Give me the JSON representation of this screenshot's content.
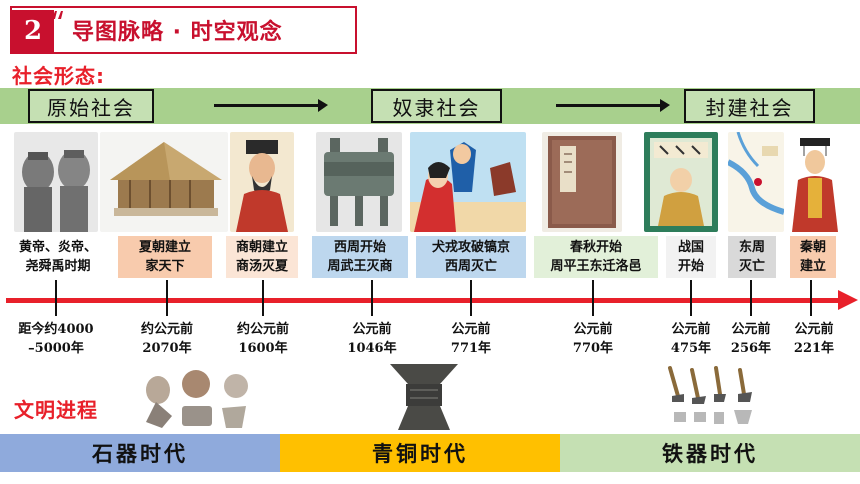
{
  "header": {
    "number": "2",
    "title": "导图脉略 · 时空观念"
  },
  "society": {
    "label": "社会形态:",
    "stages": [
      "原始社会",
      "奴隶社会",
      "封建社会"
    ]
  },
  "events": [
    {
      "text": "黄帝、炎帝、\n尧舜禹时期",
      "date": "距今约4000\n–5000年",
      "bg": "#ffffff"
    },
    {
      "text": "夏朝建立\n家天下",
      "date": "约公元前\n2070年",
      "bg": "#f8cbad"
    },
    {
      "text": "商朝建立\n商汤灭夏",
      "date": "约公元前\n1600年",
      "bg": "#fbe5d6"
    },
    {
      "text": "西周开始\n周武王灭商",
      "date": "公元前\n1046年",
      "bg": "#bdd7ee"
    },
    {
      "text": "犬戎攻破镐京\n西周灭亡",
      "date": "公元前\n771年",
      "bg": "#bdd7ee"
    },
    {
      "text": "春秋开始\n周平王东迁洛邑",
      "date": "公元前\n770年",
      "bg": "#e2f0d9"
    },
    {
      "text": "战国\n开始",
      "date": "公元前\n475年",
      "bg": "#f2f2f2"
    },
    {
      "text": "东周\n灭亡",
      "date": "公元前\n256年",
      "bg": "#d9d9d9"
    },
    {
      "text": "秦朝\n建立",
      "date": "公元前\n221年",
      "bg": "#f8cbad"
    }
  ],
  "civilization": {
    "label": "文明进程"
  },
  "eras": [
    {
      "name": "石器时代",
      "color": "#8faadc"
    },
    {
      "name": "青铜时代",
      "color": "#ffc000"
    },
    {
      "name": "铁器时代",
      "color": "#c5e0b3"
    }
  ],
  "colors": {
    "accent": "#c8102e",
    "timeline": "#e8202a",
    "band": "#a8d08d"
  }
}
